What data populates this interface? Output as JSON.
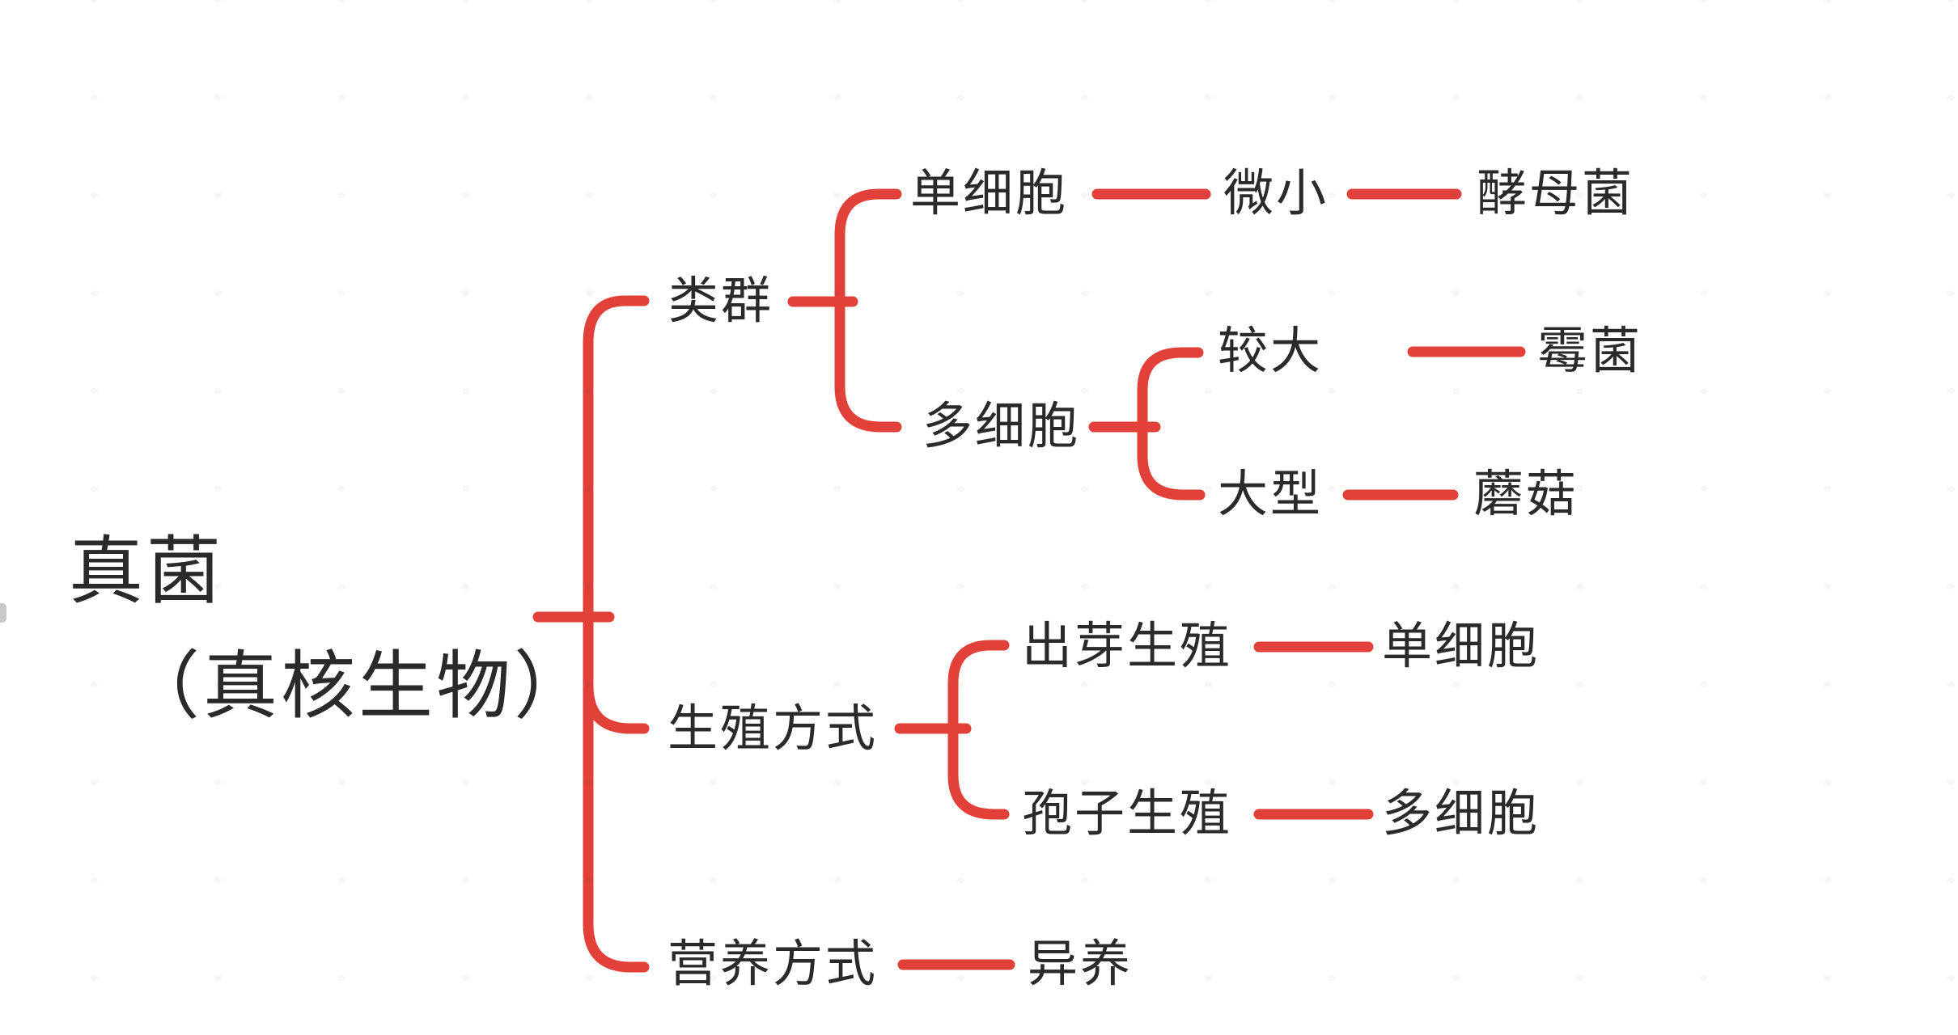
{
  "colors": {
    "connector": "#e2413a",
    "text": "#2a2a2a",
    "background": "#ffffff"
  },
  "mindmap": {
    "root": {
      "title": "真菌",
      "subtitle": "（真核生物）"
    },
    "branches": [
      {
        "label": "类群",
        "children": [
          {
            "label": "单细胞",
            "children": [
              {
                "label": "微小",
                "children": [
                  {
                    "label": "酵母菌"
                  }
                ]
              }
            ]
          },
          {
            "label": "多细胞",
            "children": [
              {
                "label": "较大",
                "children": [
                  {
                    "label": "霉菌"
                  }
                ]
              },
              {
                "label": "大型",
                "children": [
                  {
                    "label": "蘑菇"
                  }
                ]
              }
            ]
          }
        ]
      },
      {
        "label": "生殖方式",
        "children": [
          {
            "label": "出芽生殖",
            "children": [
              {
                "label": "单细胞"
              }
            ]
          },
          {
            "label": "孢子生殖",
            "children": [
              {
                "label": "多细胞"
              }
            ]
          }
        ]
      },
      {
        "label": "营养方式",
        "children": [
          {
            "label": "异养"
          }
        ]
      }
    ]
  }
}
